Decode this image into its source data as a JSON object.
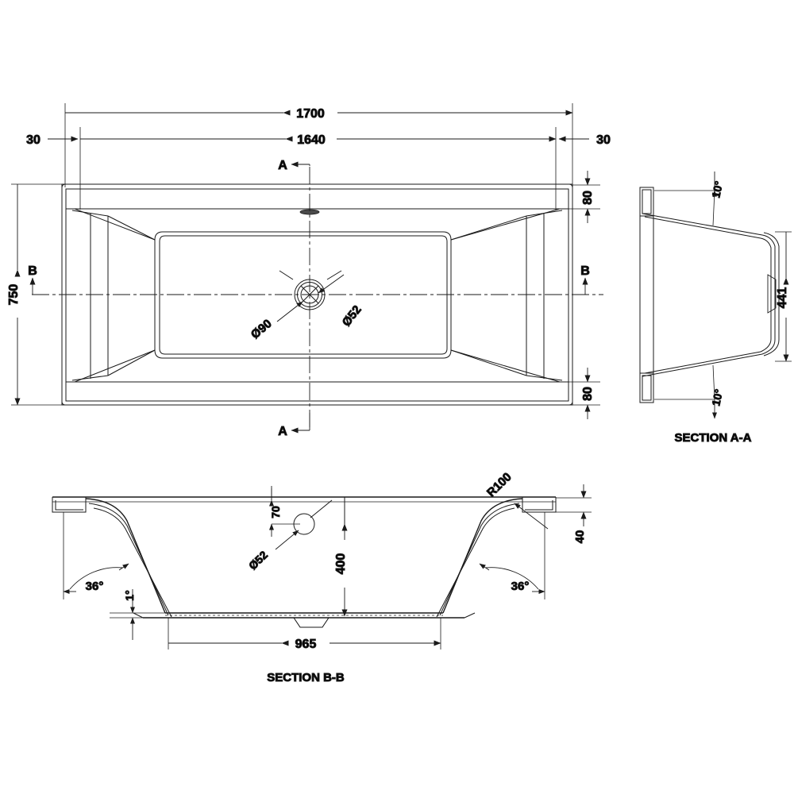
{
  "drawing": {
    "type": "engineering-drawing",
    "subject": "rectangular double-ended bath tub",
    "background_color": "#ffffff",
    "line_color": "#1a1a1a",
    "units": "mm"
  },
  "views": {
    "plan": {
      "name": "plan-view",
      "dimensions": {
        "overall_length": "1700",
        "inner_length": "1640",
        "rim_left": "30",
        "rim_right": "30",
        "overall_width": "750",
        "offset_top": "80",
        "offset_bottom": "80"
      },
      "drain": {
        "outer_label": "Ø90",
        "inner_label": "Ø52"
      },
      "section_markers": {
        "a_top": "A",
        "a_bottom": "A",
        "b_left": "B",
        "b_right": "B"
      }
    },
    "section_aa": {
      "name": "section-a-a",
      "title": "SECTION A-A",
      "dimensions": {
        "height": "441",
        "angle_top": "10°",
        "angle_bottom": "10°"
      }
    },
    "section_bb": {
      "name": "section-b-b",
      "title": "SECTION B-B",
      "dimensions": {
        "depth": "400",
        "rim_height": "40",
        "base_length": "965",
        "drain_offset": "70",
        "drain_dia": "Ø52",
        "corner_radius": "R100",
        "angle_left": "36°",
        "angle_right": "36°",
        "angle_floor": "1°"
      }
    }
  }
}
